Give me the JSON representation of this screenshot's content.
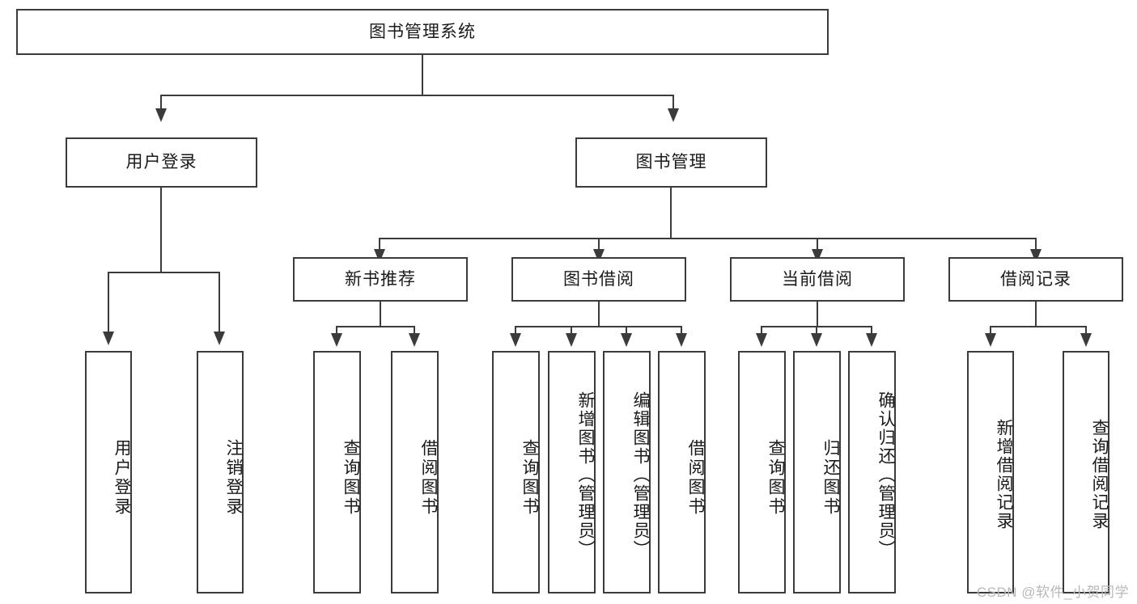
{
  "diagram": {
    "type": "tree-hierarchy",
    "title": "图书管理系统",
    "root": {
      "label": "图书管理系统"
    },
    "level2": [
      {
        "label": "用户登录"
      },
      {
        "label": "图书管理"
      }
    ],
    "level3": [
      {
        "label": "新书推荐"
      },
      {
        "label": "图书借阅"
      },
      {
        "label": "当前借阅"
      },
      {
        "label": "借阅记录"
      }
    ],
    "leaves": [
      {
        "label": "用户登录",
        "parent": "用户登录"
      },
      {
        "label": "注销登录",
        "parent": "用户登录"
      },
      {
        "label": "查询图书",
        "parent": "新书推荐"
      },
      {
        "label": "借阅图书",
        "parent": "新书推荐"
      },
      {
        "label": "查询图书",
        "parent": "图书借阅"
      },
      {
        "label": "新增图书（管理员）",
        "parent": "图书借阅"
      },
      {
        "label": "编辑图书（管理员）",
        "parent": "图书借阅"
      },
      {
        "label": "借阅图书",
        "parent": "图书借阅"
      },
      {
        "label": "查询图书",
        "parent": "当前借阅"
      },
      {
        "label": "归还图书",
        "parent": "当前借阅"
      },
      {
        "label": "确认归还（管理员）",
        "parent": "当前借阅"
      },
      {
        "label": "新增借阅记录",
        "parent": "借阅记录"
      },
      {
        "label": "查询借阅记录",
        "parent": "借阅记录"
      }
    ]
  },
  "watermark": {
    "text": "CSDN @软件_小贺同学"
  },
  "colors": {
    "stroke": "#3b3b3b",
    "background": "#ffffff",
    "text": "#1a1a1a",
    "watermark": "#b8b8b8"
  }
}
